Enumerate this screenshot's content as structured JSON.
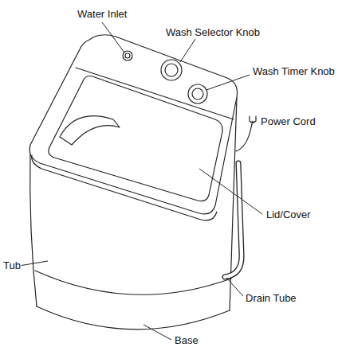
{
  "diagram": {
    "labels": [
      "Water Inlet",
      "Wash Selector Knob",
      "Wash Timer Knob",
      "Power Cord",
      "Lid/Cover",
      "Tub",
      "Drain Tube",
      "Base"
    ]
  }
}
